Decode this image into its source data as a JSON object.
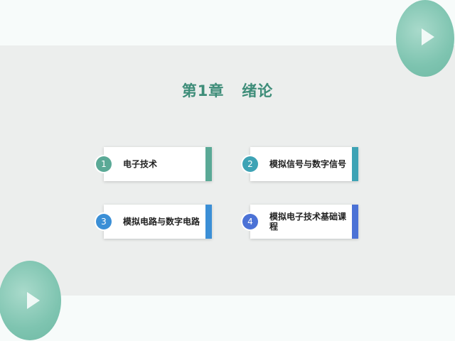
{
  "slide": {
    "title": "第1章   绪论",
    "items": [
      {
        "number": "1",
        "label": "电子技术",
        "color": "#5aa996"
      },
      {
        "number": "2",
        "label": "模拟信号与数字信号",
        "color": "#3ea3b5"
      },
      {
        "number": "3",
        "label": "模拟电路与数字电路",
        "color": "#3b8fd6"
      },
      {
        "number": "4",
        "label": "模拟电子技术基础课程",
        "color": "#4b72d6"
      }
    ]
  }
}
